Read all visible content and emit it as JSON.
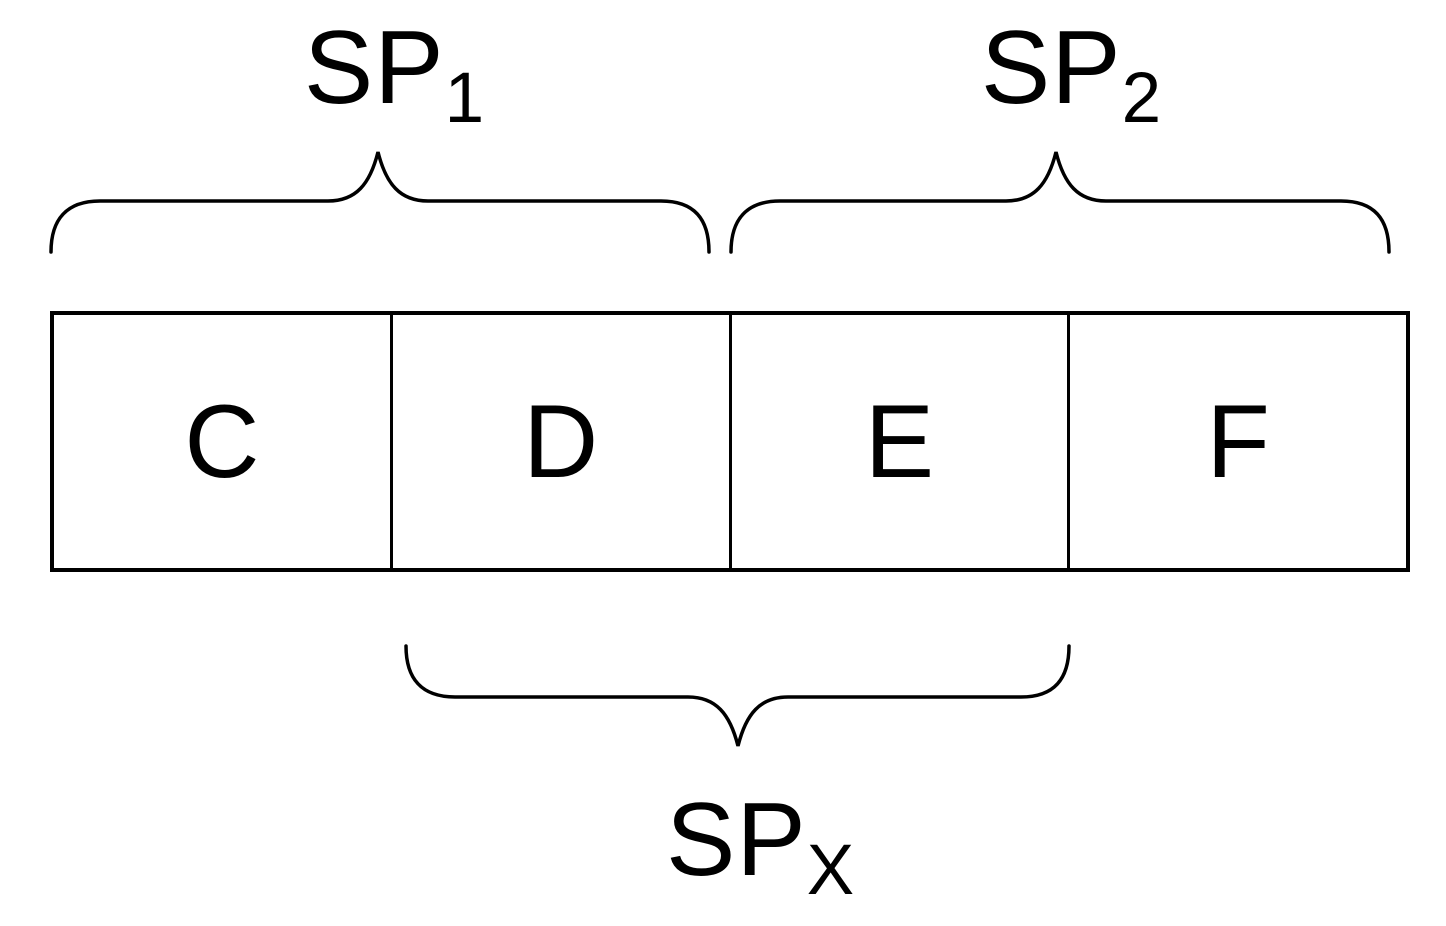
{
  "diagram": {
    "background_color": "#ffffff",
    "line_color": "#000000",
    "cells": [
      {
        "label": "C"
      },
      {
        "label": "D"
      },
      {
        "label": "E"
      },
      {
        "label": "F"
      }
    ],
    "braces": {
      "top_left": {
        "base": "SP",
        "subscript": "1",
        "spans_cells": "C,D"
      },
      "top_right": {
        "base": "SP",
        "subscript": "2",
        "spans_cells": "E,F"
      },
      "bottom": {
        "base": "SP",
        "subscript": "X",
        "spans_cells": "D,E"
      }
    }
  }
}
